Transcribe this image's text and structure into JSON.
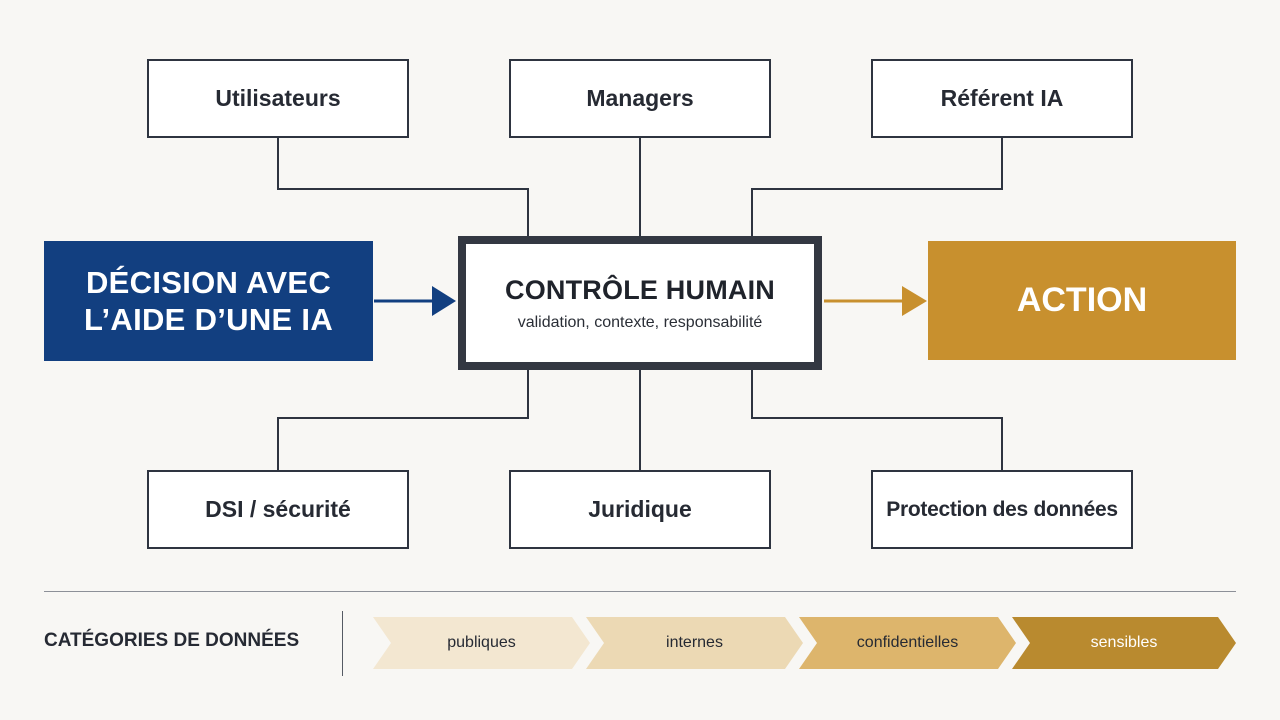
{
  "stakeholders_top": [
    {
      "label": "Utilisateurs"
    },
    {
      "label": "Managers"
    },
    {
      "label": "Référent IA"
    }
  ],
  "stakeholders_bottom": [
    {
      "label": "DSI / sécurité"
    },
    {
      "label": "Juridique"
    },
    {
      "label": "Protection des données"
    }
  ],
  "decision": {
    "line1": "DÉCISION AVEC",
    "line2": "L’AIDE D’UNE IA",
    "color": "#123f80"
  },
  "control": {
    "title": "CONTRÔLE HUMAIN",
    "subtitle": "validation, contexte, responsabilité"
  },
  "action": {
    "label": "ACTION",
    "color": "#c8902e"
  },
  "categories": {
    "title": "CATÉGORIES DE DONNÉES",
    "items": [
      {
        "label": "publiques",
        "color": "#f3e7d1"
      },
      {
        "label": "internes",
        "color": "#ecd9b4"
      },
      {
        "label": "confidentielles",
        "color": "#ddb56c"
      },
      {
        "label": "sensibles",
        "color": "#b98a2f"
      }
    ]
  }
}
